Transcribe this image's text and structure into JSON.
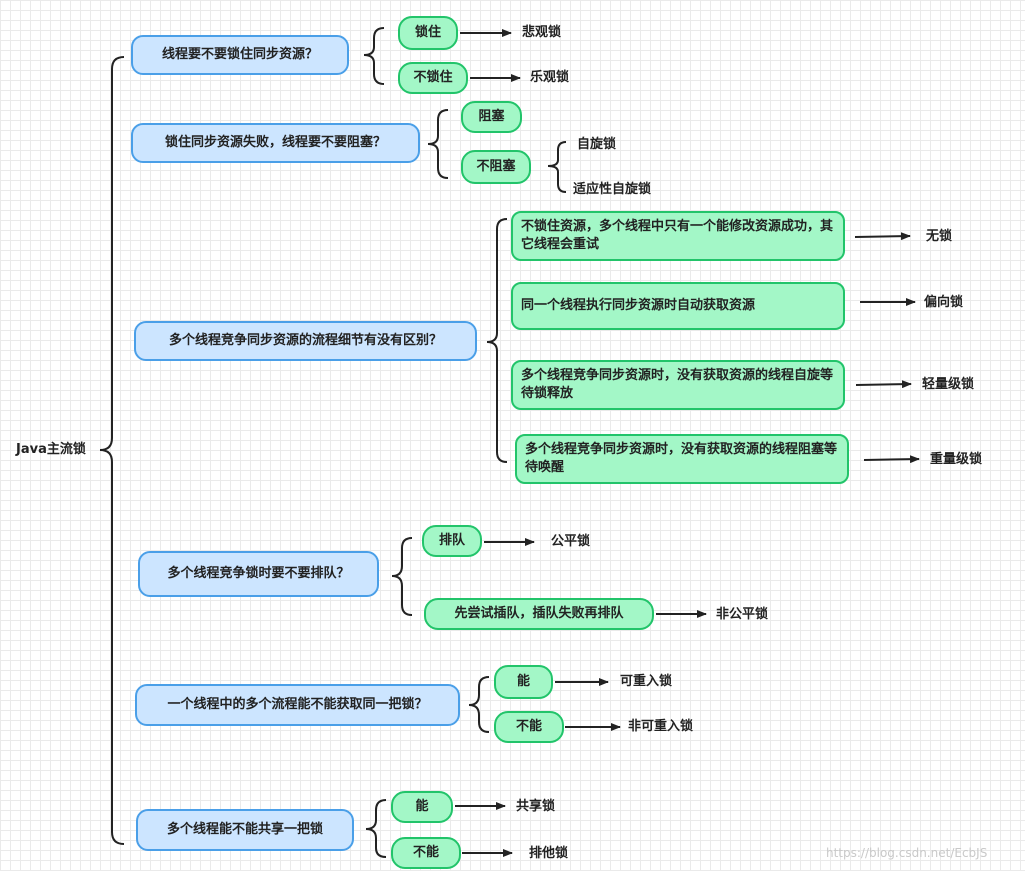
{
  "root": "Java主流锁",
  "questions": [
    {
      "text": "线程要不要锁住同步资源？",
      "answers": [
        {
          "text": "锁住",
          "result": "悲观锁"
        },
        {
          "text": "不锁住",
          "result": "乐观锁"
        }
      ]
    },
    {
      "text": "锁住同步资源失败，线程要不要阻塞？",
      "answers": [
        {
          "text": "阻塞"
        },
        {
          "text": "不阻塞",
          "sub": [
            "自旋锁",
            "适应性自旋锁"
          ]
        }
      ]
    },
    {
      "text": "多个线程竞争同步资源的流程细节有没有区别？",
      "answers": [
        {
          "text": "不锁住资源，多个线程中只有一个能修改资源成功，其它线程会重试",
          "result": "无锁"
        },
        {
          "text": "同一个线程执行同步资源时自动获取资源",
          "result": "偏向锁"
        },
        {
          "text": "多个线程竞争同步资源时，没有获取资源的线程自旋等待锁释放",
          "result": "轻量级锁"
        },
        {
          "text": "多个线程竞争同步资源时，没有获取资源的线程阻塞等待唤醒",
          "result": "重量级锁"
        }
      ]
    },
    {
      "text": "多个线程竞争锁时要不要排队？",
      "answers": [
        {
          "text": "排队",
          "result": "公平锁"
        },
        {
          "text": "先尝试插队，插队失败再排队",
          "result": "非公平锁"
        }
      ]
    },
    {
      "text": "一个线程中的多个流程能不能获取同一把锁？",
      "answers": [
        {
          "text": "能",
          "result": "可重入锁"
        },
        {
          "text": "不能",
          "result": "非可重入锁"
        }
      ]
    },
    {
      "text": "多个线程能不能共享一把锁",
      "answers": [
        {
          "text": "能",
          "result": "共享锁"
        },
        {
          "text": "不能",
          "result": "排他锁"
        }
      ]
    }
  ],
  "watermark": "https://blog.csdn.net/EcbJS"
}
